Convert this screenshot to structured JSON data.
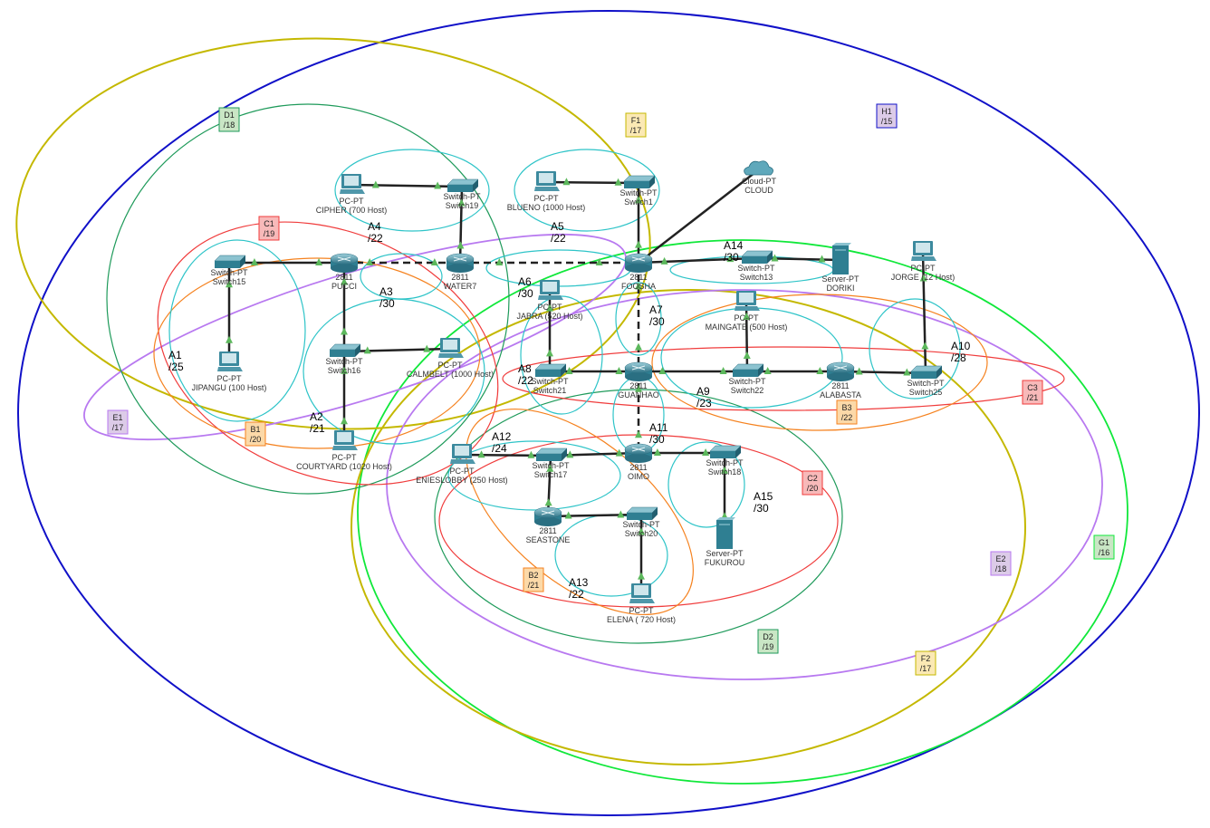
{
  "nodes": {
    "switch15": {
      "type": "Switch-PT",
      "name": "Switch15"
    },
    "pucci": {
      "type": "2811",
      "name": "PUCCI"
    },
    "water7": {
      "type": "2811",
      "name": "WATER7"
    },
    "switch19": {
      "type": "Switch-PT",
      "name": "Switch19"
    },
    "cipher": {
      "type": "PC-PT",
      "name": "CIPHER (700 Host)"
    },
    "blueno": {
      "type": "PC-PT",
      "name": "BLUENO (1000 Host)"
    },
    "switch1": {
      "type": "Switch-PT",
      "name": "Switch1"
    },
    "cloud": {
      "type": "Cloud-PT",
      "name": "CLOUD"
    },
    "foosha": {
      "type": "2811",
      "name": "FOOSHA"
    },
    "switch13": {
      "type": "Switch-PT",
      "name": "Switch13"
    },
    "doriki": {
      "type": "Server-PT",
      "name": "DORIKI"
    },
    "jorge": {
      "type": "PC-PT",
      "name": "JORGE (12 Host)"
    },
    "jabra": {
      "type": "PC-PT",
      "name": "JABRA (520 Host)"
    },
    "maingate": {
      "type": "PC-PT",
      "name": "MAINGATE (500 Host)"
    },
    "switch16": {
      "type": "Switch-PT",
      "name": "Switch16"
    },
    "calmbelt": {
      "type": "PC-PT",
      "name": "CALMBELT (1000 Host)"
    },
    "jipangu": {
      "type": "PC-PT",
      "name": "JIPANGU (100 Host)"
    },
    "courtyard": {
      "type": "PC-PT",
      "name": "COURTYARD (1020 Host)"
    },
    "switch21": {
      "type": "Switch-PT",
      "name": "Switch21"
    },
    "guanhao": {
      "type": "2811",
      "name": "GUANHAO"
    },
    "switch22": {
      "type": "Switch-PT",
      "name": "Switch22"
    },
    "alabasta": {
      "type": "2811",
      "name": "ALABASTA"
    },
    "switch25": {
      "type": "Switch-PT",
      "name": "Switch25"
    },
    "oimo": {
      "type": "2811",
      "name": "OIMO"
    },
    "switch17": {
      "type": "Switch-PT",
      "name": "Switch17"
    },
    "enieslobby": {
      "type": "PC-PT",
      "name": "ENIESLOBBY (250 Host)"
    },
    "switch18": {
      "type": "Switch-PT",
      "name": "Switch18"
    },
    "fukurou": {
      "type": "Server-PT",
      "name": "FUKUROU"
    },
    "seastone": {
      "type": "2811",
      "name": "SEASTONE"
    },
    "switch20": {
      "type": "Switch-PT",
      "name": "Switch20"
    },
    "elena": {
      "type": "PC-PT",
      "name": "ELENA ( 720 Host)"
    }
  },
  "subnets": {
    "A1": {
      "label": "A1",
      "prefix": "/25"
    },
    "A2": {
      "label": "A2",
      "prefix": "/21"
    },
    "A3": {
      "label": "A3",
      "prefix": "/30"
    },
    "A4": {
      "label": "A4",
      "prefix": "/22"
    },
    "A5": {
      "label": "A5",
      "prefix": "/22"
    },
    "A6": {
      "label": "A6",
      "prefix": "/30"
    },
    "A7": {
      "label": "A7",
      "prefix": "/30"
    },
    "A8": {
      "label": "A8",
      "prefix": "/22"
    },
    "A9": {
      "label": "A9",
      "prefix": "/23"
    },
    "A10": {
      "label": "A10",
      "prefix": "/28"
    },
    "A11": {
      "label": "A11",
      "prefix": "/30"
    },
    "A12": {
      "label": "A12",
      "prefix": "/24"
    },
    "A13": {
      "label": "A13",
      "prefix": "/22"
    },
    "A14": {
      "label": "A14",
      "prefix": "/30"
    },
    "A15": {
      "label": "A15",
      "prefix": "/30"
    }
  },
  "summaries": {
    "B1": {
      "label": "B1",
      "prefix": "/20"
    },
    "B2": {
      "label": "B2",
      "prefix": "/21"
    },
    "B3": {
      "label": "B3",
      "prefix": "/22"
    },
    "C1": {
      "label": "C1",
      "prefix": "/19"
    },
    "C2": {
      "label": "C2",
      "prefix": "/20"
    },
    "C3": {
      "label": "C3",
      "prefix": "/21"
    },
    "D1": {
      "label": "D1",
      "prefix": "/18"
    },
    "D2": {
      "label": "D2",
      "prefix": "/19"
    },
    "E1": {
      "label": "E1",
      "prefix": "/17"
    },
    "E2": {
      "label": "E2",
      "prefix": "/18"
    },
    "F1": {
      "label": "F1",
      "prefix": "/17"
    },
    "F2": {
      "label": "F2",
      "prefix": "/17"
    },
    "G1": {
      "label": "G1",
      "prefix": "/16"
    },
    "H1": {
      "label": "H1",
      "prefix": "/15"
    }
  },
  "colors": {
    "subnet": "#2ec4c8",
    "B": "#f5821f",
    "C": "#f03c3c",
    "D": "#1e9a5a",
    "E": "#b879f0",
    "F": "#c4b800",
    "G": "#10e83a",
    "H": "#1010c8",
    "device": "#2f7f92",
    "port": "#5cb85c"
  }
}
